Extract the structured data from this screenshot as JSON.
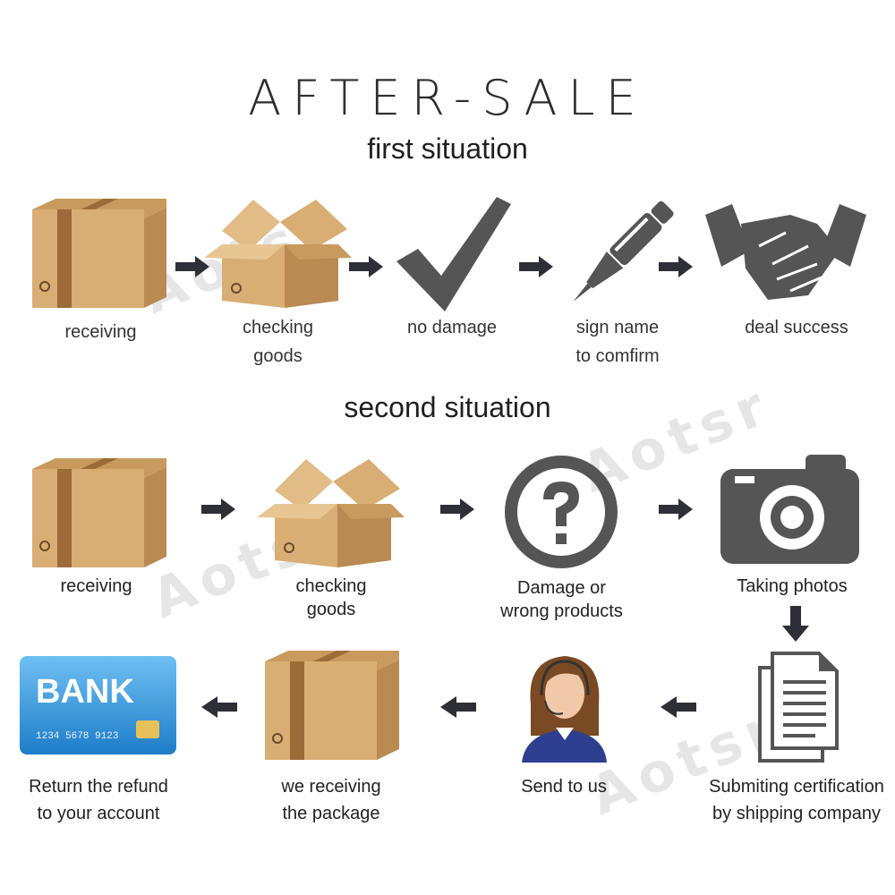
{
  "title": "AFTER-SALE",
  "first": {
    "heading": "first situation",
    "steps": [
      {
        "line1": "receiving",
        "line2": ""
      },
      {
        "line1": "checking",
        "line2": "goods"
      },
      {
        "line1": "no damage",
        "line2": ""
      },
      {
        "line1": "sign name",
        "line2": "to comfirm"
      },
      {
        "line1": "deal success",
        "line2": ""
      }
    ]
  },
  "second": {
    "heading": "second situation",
    "steps": [
      {
        "line1": "receiving",
        "line2": ""
      },
      {
        "line1": "checking",
        "line2": "goods"
      },
      {
        "line1": "Damage or",
        "line2": "wrong products"
      },
      {
        "line1": "Taking photos",
        "line2": ""
      }
    ],
    "return_steps": [
      {
        "line1": "Return the refund",
        "line2": "to your account"
      },
      {
        "line1": "we receiving",
        "line2": "the package"
      },
      {
        "line1": "Send to us",
        "line2": ""
      },
      {
        "line1": "Submiting certification",
        "line2": "by shipping company"
      }
    ]
  },
  "card": {
    "text": "BANK",
    "number": "1234 5678 9123"
  },
  "watermark": "Aotsr",
  "colors": {
    "box_light": "#D9AE74",
    "box_dark": "#B98A52",
    "tape": "#9C6B38",
    "icon_gray": "#555555",
    "card_blue": "#2F8FD8"
  }
}
